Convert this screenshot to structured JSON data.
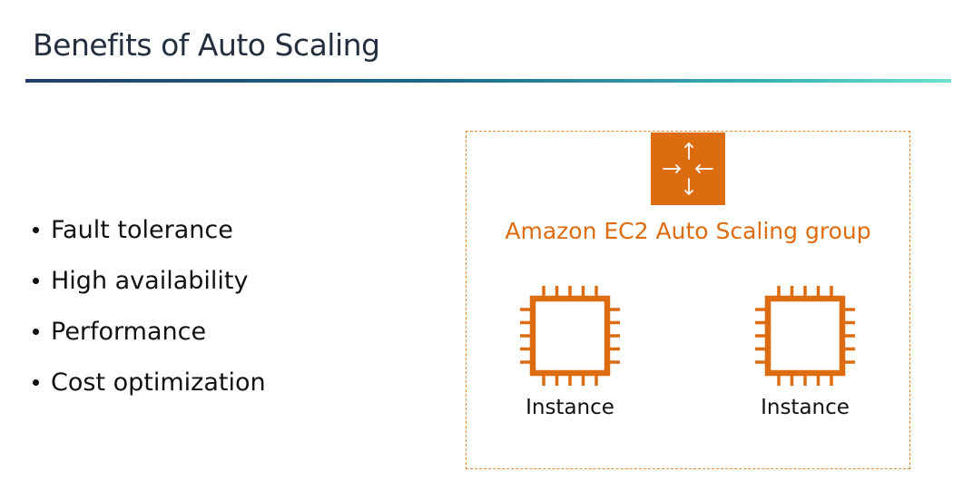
{
  "slide": {
    "title": "Benefits of Auto Scaling"
  },
  "bullets": [
    "Fault tolerance",
    "High availability",
    "Performance",
    "Cost optimization"
  ],
  "diagram": {
    "group_label": "Amazon EC2 Auto Scaling group",
    "group_icon": "auto-scaling-arrows-icon",
    "instances": [
      {
        "label": "Instance",
        "icon": "ec2-instance-chip-icon"
      },
      {
        "label": "Instance",
        "icon": "ec2-instance-chip-icon"
      }
    ]
  },
  "colors": {
    "title_text": "#232f3e",
    "accent_orange": "#dd6b10",
    "dashed_border": "#e8892e",
    "rule_start": "#1f3e6c",
    "rule_end": "#6ee0cc"
  }
}
